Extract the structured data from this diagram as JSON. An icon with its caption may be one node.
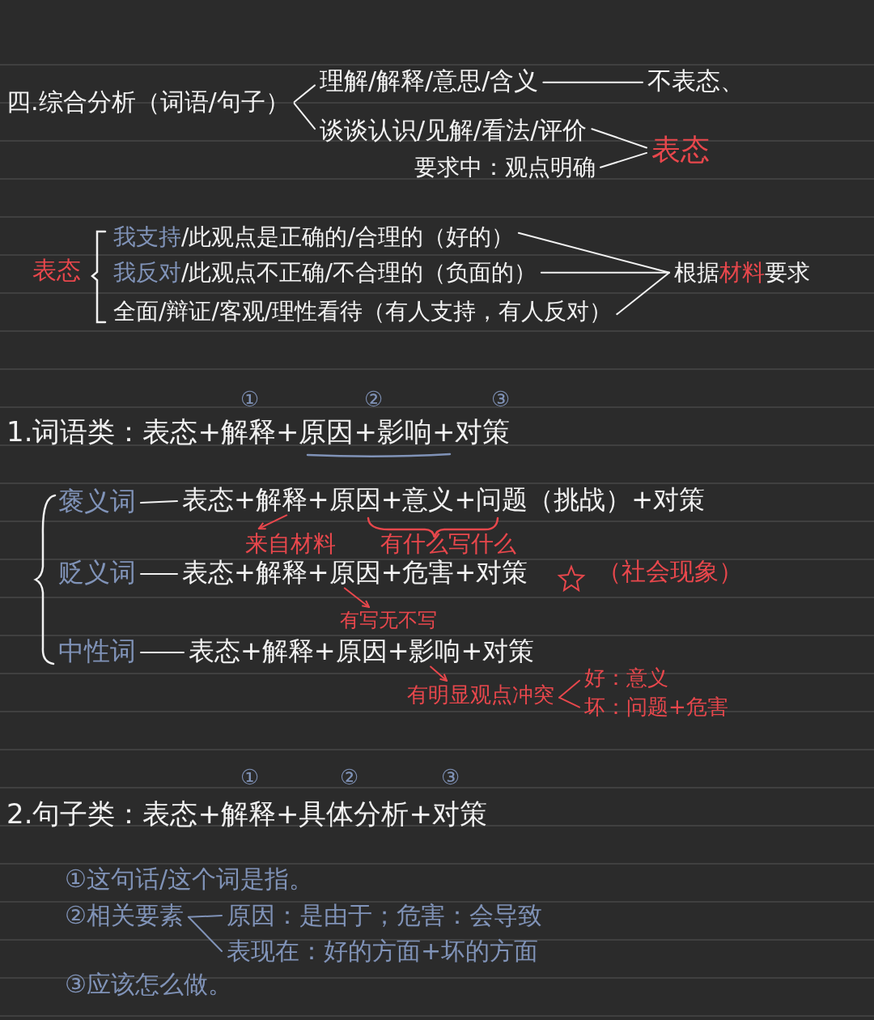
{
  "diagram": {
    "nodes": [
      {
        "text": [
          "四.综合分析（词语/句子）"
        ]
      },
      {
        "text": [
          "理解/解释/意思/含义"
        ]
      },
      {
        "text": [
          "不表态、"
        ]
      },
      {
        "text": [
          "谈谈认识/见解/看法/评价"
        ]
      },
      {
        "text": [
          "要求中：观点明确"
        ]
      },
      {
        "text": [
          "表态"
        ]
      },
      {
        "text": [
          "表态"
        ]
      },
      {
        "text": [
          "我支持",
          "/此观点是正确的/合理的（好的）"
        ]
      },
      {
        "text": [
          "我反对",
          "/此观点不正确/不合理的（负面的）"
        ]
      },
      {
        "text": [
          "全面/辩证/客观/理性看待（有人支持，有人反对）"
        ]
      },
      {
        "text": [
          "根据**材料**要求"
        ]
      },
      {
        "text": [
          "1.词语类：表态+解释+原因+影响+对策"
        ]
      },
      {
        "text": [
          "褒义词"
        ]
      },
      {
        "text": [
          "表态+解释+原因+意义+问题（挑战）+对策"
        ]
      },
      {
        "text": [
          "来自材料"
        ]
      },
      {
        "text": [
          "有什么写什么"
        ]
      },
      {
        "text": [
          "贬义词"
        ]
      },
      {
        "text": [
          "表态+解释+原因+危害+对策"
        ]
      },
      {
        "text": [
          "有写无不写"
        ]
      },
      {
        "text": [
          "中性词"
        ]
      },
      {
        "text": [
          "表态+解释+原因+影响+对策"
        ]
      },
      {
        "text": [
          "有明显观点冲突"
        ]
      },
      {
        "text": [
          "好：意义"
        ]
      },
      {
        "text": [
          "坏：问题+危害"
        ]
      },
      {
        "text": [
          "2.句子类：表态+解释+具体分析+对策"
        ]
      },
      {
        "text": [
          "②相关要素"
        ]
      },
      {
        "text": [
          "原因：是由于；危害：会导致"
        ]
      },
      {
        "text": [
          "表现在：好的方面+坏的方面"
        ]
      }
    ],
    "edges": [
      {
        "from": 0,
        "to": 1,
        "arrow": "none"
      },
      {
        "from": 0,
        "to": 3,
        "arrow": "none"
      },
      {
        "from": 1,
        "to": 2,
        "arrow": "none"
      },
      {
        "from": 3,
        "to": 5,
        "arrow": "none"
      },
      {
        "from": 4,
        "to": 5,
        "arrow": "none"
      },
      {
        "from": 7,
        "to": 10,
        "arrow": "none"
      },
      {
        "from": 8,
        "to": 10,
        "arrow": "none"
      },
      {
        "from": 9,
        "to": 10,
        "arrow": "none"
      },
      {
        "from": 12,
        "to": 13,
        "arrow": "none"
      },
      {
        "from": 13,
        "to": 14,
        "arrow": "to",
        "color": "#e8474c"
      },
      {
        "from": 16,
        "to": 17,
        "arrow": "none"
      },
      {
        "from": 17,
        "to": 18,
        "arrow": "to",
        "color": "#e8474c"
      },
      {
        "from": 19,
        "to": 20,
        "arrow": "none"
      },
      {
        "from": 20,
        "to": 21,
        "arrow": "to",
        "color": "#e8474c"
      },
      {
        "from": 21,
        "to": 22,
        "arrow": "none",
        "color": "#e8474c"
      },
      {
        "from": 21,
        "to": 23,
        "arrow": "none",
        "color": "#e8474c"
      },
      {
        "from": 25,
        "to": 26,
        "arrow": "none",
        "color": "#8093b8"
      },
      {
        "from": 25,
        "to": 27,
        "arrow": "none",
        "color": "#8093b8"
      }
    ],
    "labels": [
      "①",
      "②",
      "③",
      "（社会现象）",
      "①",
      "②",
      "③",
      "①这句话/这个词是指。",
      "③应该怎么做。"
    ]
  }
}
